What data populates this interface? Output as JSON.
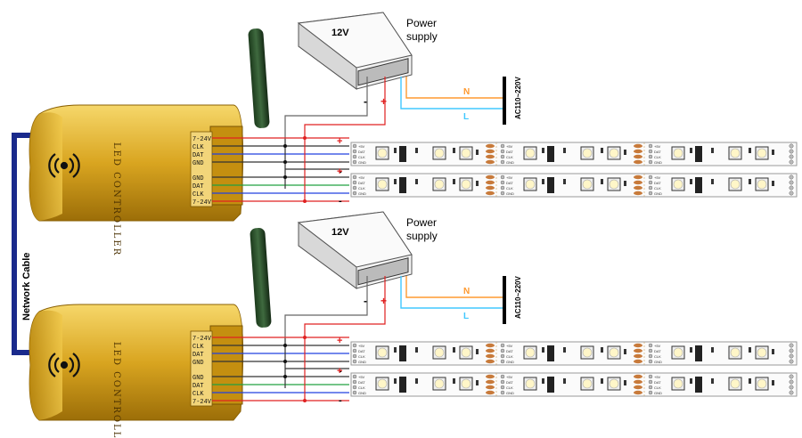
{
  "network_cable_label": "Network Cable",
  "systems": [
    {
      "controller": {
        "title": "LED CONTROLLER",
        "pins_top": [
          "7-24V",
          "CLK",
          "DAT",
          "GND"
        ],
        "pins_bottom": [
          "GND",
          "DAT",
          "CLK",
          "7-24V"
        ]
      },
      "power_supply": {
        "voltage": "12V",
        "label_line1": "Power",
        "label_line2": "supply",
        "minus": "-",
        "plus": "+"
      },
      "mains": {
        "n": "N",
        "l": "L",
        "voltage": "AC110~220V"
      },
      "strip_top": {
        "plus": "+",
        "minus": "-"
      },
      "strip_bottom": {
        "plus": "+",
        "minus": "-"
      }
    },
    {
      "controller": {
        "title": "LED CONTROLLER",
        "pins_top": [
          "7-24V",
          "CLK",
          "DAT",
          "GND"
        ],
        "pins_bottom": [
          "GND",
          "DAT",
          "CLK",
          "7-24V"
        ]
      },
      "power_supply": {
        "voltage": "12V",
        "label_line1": "Power",
        "label_line2": "supply",
        "minus": "-",
        "plus": "+"
      },
      "mains": {
        "n": "N",
        "l": "L",
        "voltage": "AC110~220V"
      },
      "strip_top": {
        "plus": "+",
        "minus": "-"
      },
      "strip_bottom": {
        "plus": "+",
        "minus": "-"
      }
    }
  ],
  "strip_pad_labels": [
    "+5V",
    "DAT",
    "CLK",
    "GND"
  ],
  "colors": {
    "controller_gold": "#d9a520",
    "network_cable": "#1a2a8c",
    "wire_red": "#e02020",
    "wire_black": "#333333",
    "wire_blue": "#2040e0",
    "wire_green": "#20a040",
    "mains_n": "#ff9a30",
    "mains_l": "#40c8ff"
  }
}
